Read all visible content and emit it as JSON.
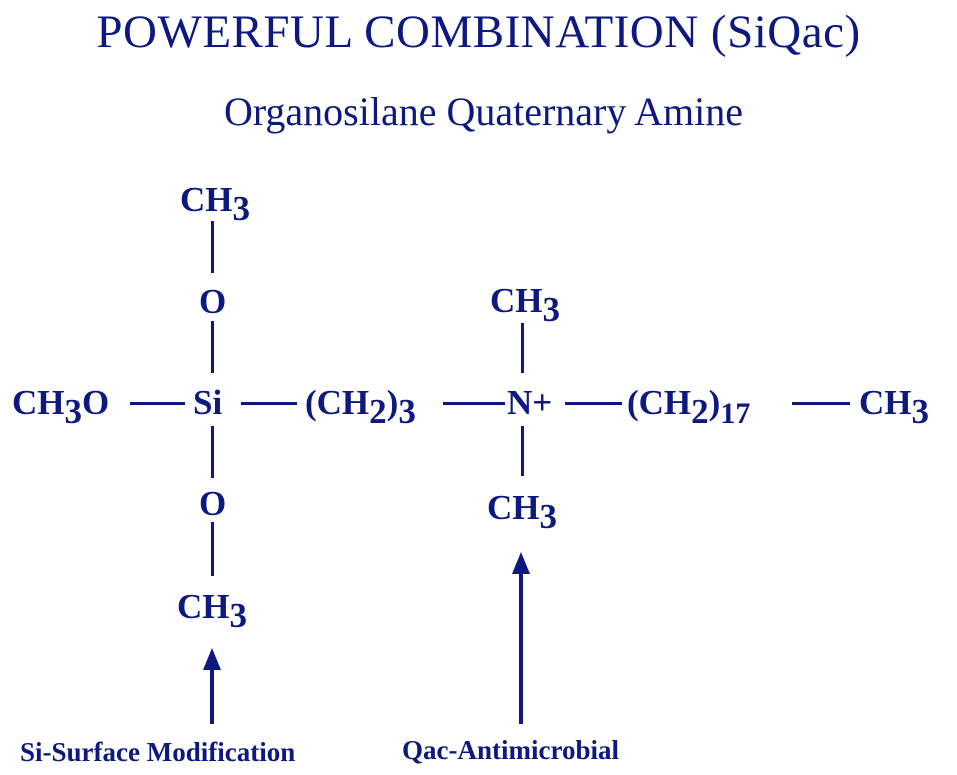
{
  "title": "POWERFUL COMBINATION (SiQac)",
  "subtitle": "Organosilane Quaternary Amine",
  "structure": {
    "si_top_methyl": {
      "main": "CH",
      "sub": "3"
    },
    "si_top_oxygen": "O",
    "si_left_methoxy": {
      "main": "CH",
      "sub": "3",
      "tail": "O"
    },
    "silicon": "Si",
    "propyl_chain": {
      "open": "(CH",
      "sub": "2",
      "close": ")",
      "count": "3"
    },
    "nitrogen": "N+",
    "octadecyl_chain": {
      "open": "(CH",
      "sub": "2",
      "close": ")",
      "count": "17"
    },
    "terminal_methyl": {
      "main": "CH",
      "sub": "3"
    },
    "si_bottom_oxygen": "O",
    "si_bottom_methyl": {
      "main": "CH",
      "sub": "3"
    },
    "n_top_methyl": {
      "main": "CH",
      "sub": "3"
    },
    "n_bottom_methyl": {
      "main": "CH",
      "sub": "3"
    }
  },
  "labels": {
    "si_function": "Si-Surface Modification",
    "qac_function": "Qac-Antimicrobial"
  },
  "colors": {
    "ink": "#0d1880",
    "background": "#ffffff"
  }
}
